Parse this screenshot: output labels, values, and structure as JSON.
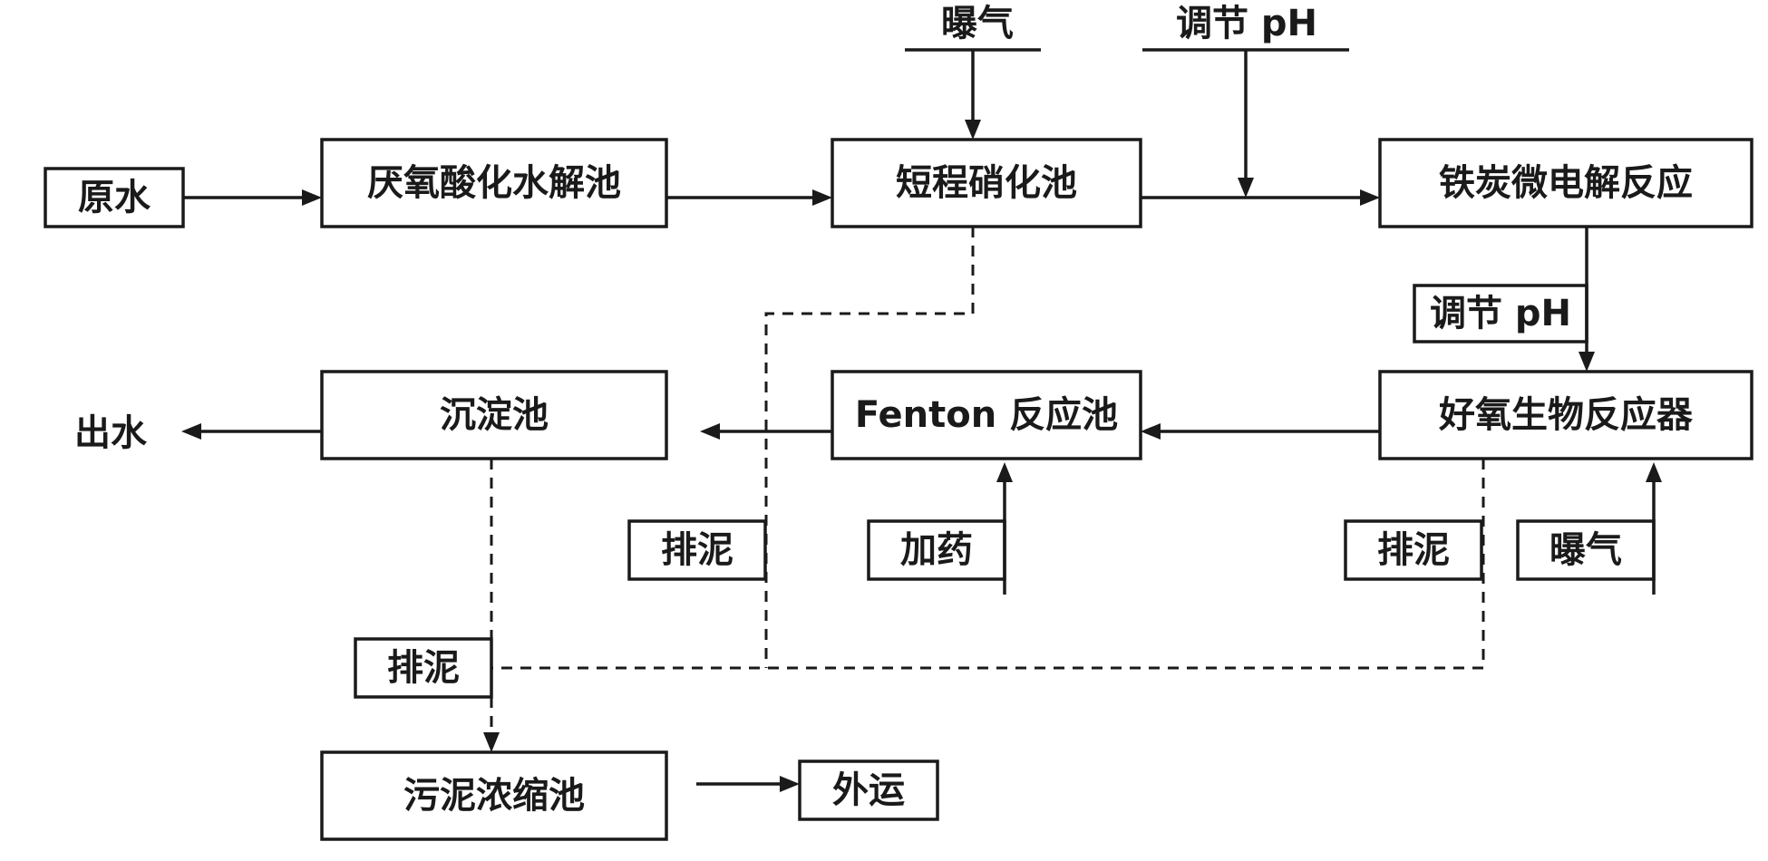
{
  "nodes": {
    "raw_water": "原水",
    "anaerobic_tank": "厌氧酸化水解池",
    "nitrification_tank": "短程硝化池",
    "fe_c_reactor": "铁炭微电解反应",
    "aerobic_reactor": "好氧生物反应器",
    "fenton_tank": "Fenton 反应池",
    "sedimentation_tank": "沉淀池",
    "sludge_tank": "污泥浓缩池",
    "haul_out": "外运",
    "dosing": "加药",
    "aeration_box": "曝气",
    "ph_box": "调节 pH",
    "sludge_fenton": "排泥",
    "sludge_aerobic": "排泥",
    "sludge_sed": "排泥"
  },
  "labels": {
    "aeration_top": "曝气",
    "ph_top": "调节 pH",
    "effluent": "出水"
  },
  "colors": {
    "line": "#1a1a1a",
    "box_fill": "#ffffff"
  }
}
